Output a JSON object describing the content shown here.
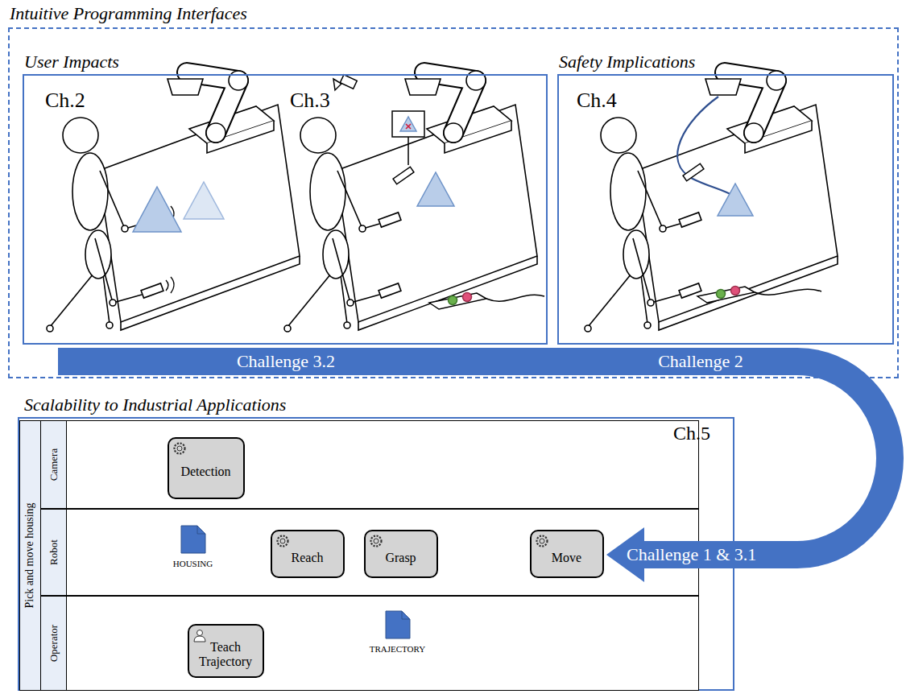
{
  "diagram": {
    "nodes": [
      {
        "text": [
          "Intuitive Programming Interfaces"
        ]
      },
      {
        "text": [
          "User Impacts"
        ],
        "in": 0
      },
      {
        "text": [
          "Safety Implications"
        ],
        "in": 0
      },
      {
        "text": [
          "Scalability to Industrial Applications"
        ]
      },
      {
        "text": [
          "Pick and move housing"
        ],
        "in": 3
      },
      {
        "text": [
          "Camera"
        ],
        "in": 4
      },
      {
        "text": [
          "Robot"
        ],
        "in": 4
      },
      {
        "text": [
          "Operator"
        ],
        "in": 4
      },
      {
        "text": [
          "Detection"
        ],
        "in": 5
      },
      {
        "text": [
          "HOUSING"
        ],
        "in": 6
      },
      {
        "text": [
          "Reach"
        ],
        "in": 6
      },
      {
        "text": [
          "Grasp"
        ],
        "in": 6
      },
      {
        "text": [
          "Move"
        ],
        "in": 6
      },
      {
        "text": [
          "TRAJECTORY"
        ],
        "in": 7
      },
      {
        "text": [
          "Teach Trajectory"
        ],
        "in": 7
      }
    ],
    "edges": [
      {
        "from": 8,
        "to": 10,
        "arrow": "none"
      },
      {
        "from": 8,
        "to": 9,
        "arrow": "none"
      },
      {
        "from": 9,
        "to": 10,
        "arrow": "none"
      },
      {
        "from": 10,
        "to": 11,
        "arrow": "none"
      },
      {
        "from": 14,
        "to": 13,
        "arrow": "none"
      },
      {
        "from": 13,
        "to": 12,
        "arrow": "none"
      }
    ],
    "labels": [
      "Ch.2",
      "Ch.3",
      "Ch.4",
      "Challenge 3.2",
      "Challenge 2",
      "Ch.5",
      "Challenge 1 & 3.1"
    ]
  }
}
